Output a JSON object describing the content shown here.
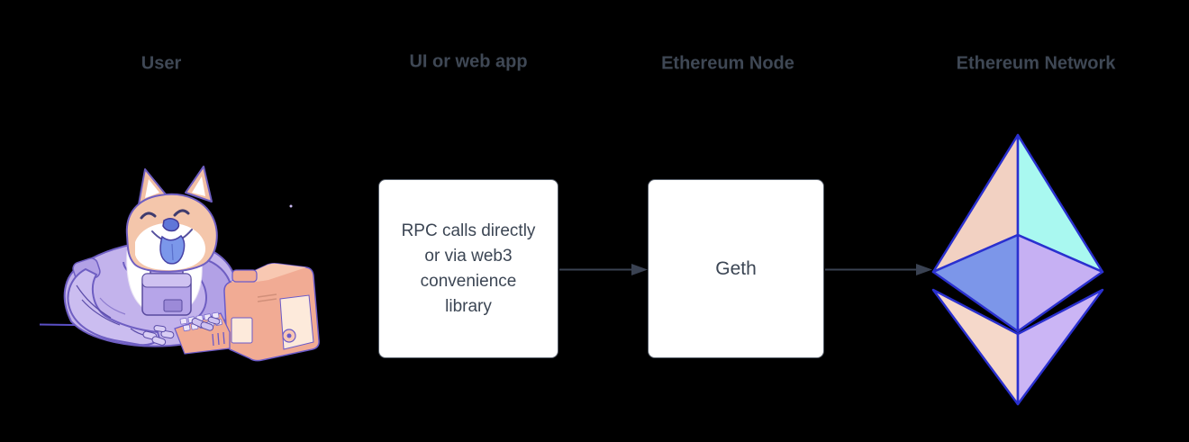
{
  "headers": {
    "user": "User",
    "webapp": "UI or web app",
    "node": "Ethereum Node",
    "network": "Ethereum Network"
  },
  "boxes": {
    "webapp": {
      "lines": [
        "RPC calls directly",
        "or via web3",
        "convenience",
        "library"
      ]
    },
    "node": {
      "label": "Geth"
    }
  },
  "icons": {
    "doge": "doge-astronaut-at-computer",
    "ethereum": "ethereum-diamond-logo"
  },
  "colors": {
    "background": "#000000",
    "header_text": "#3f4855",
    "box_background": "#ffffff",
    "box_border": "#565e6a",
    "box_text": "#3c4654",
    "arrow": "#3a4252",
    "eth_outline": "#2a30cf",
    "eth_top_left": "#f2d1c2",
    "eth_top_right": "#a9f8f0",
    "eth_mid_left": "#7c96e9",
    "eth_mid_right": "#c6b0f3",
    "eth_bottom_left": "#f5d8ca",
    "eth_bottom_right": "#cbb5f5",
    "doge_fur": "#f4c6ab",
    "doge_suit": "#c3b3ec",
    "doge_outline": "#6e5ec2",
    "doge_tongue": "#7b97ea",
    "computer_body": "#f1ab94",
    "computer_panel": "#fdeadb"
  }
}
